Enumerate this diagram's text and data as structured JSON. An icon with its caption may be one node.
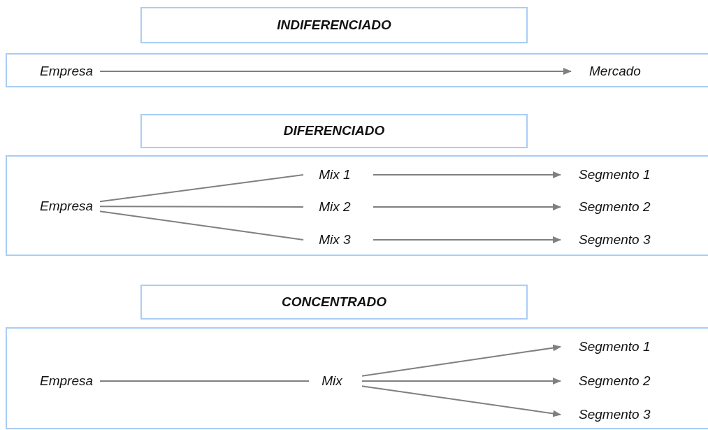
{
  "diagram": {
    "nodes": [
      {
        "text": [
          "INDIFERENCIADO"
        ]
      },
      {
        "text": [],
        "shape": "box"
      },
      {
        "text": [
          "Empresa"
        ],
        "in": 1
      },
      {
        "text": [
          "Mercado"
        ],
        "in": 1
      },
      {
        "text": [
          "DIFERENCIADO"
        ]
      },
      {
        "text": [],
        "shape": "box"
      },
      {
        "text": [
          "Empresa"
        ],
        "in": 5
      },
      {
        "text": [
          "Mix 1"
        ],
        "in": 5
      },
      {
        "text": [
          "Mix 2"
        ],
        "in": 5
      },
      {
        "text": [
          "Mix 3"
        ],
        "in": 5
      },
      {
        "text": [
          "Segmento 1"
        ],
        "in": 5
      },
      {
        "text": [
          "Segmento 2"
        ],
        "in": 5
      },
      {
        "text": [
          "Segmento 3"
        ],
        "in": 5
      },
      {
        "text": [
          "CONCENTRADO"
        ]
      },
      {
        "text": [],
        "shape": "box"
      },
      {
        "text": [
          "Empresa"
        ],
        "in": 14
      },
      {
        "text": [
          "Mix"
        ],
        "in": 14
      },
      {
        "text": [
          "Segmento 1"
        ],
        "in": 14
      },
      {
        "text": [
          "Segmento 2"
        ],
        "in": 14
      },
      {
        "text": [
          "Segmento 3"
        ],
        "in": 14
      }
    ],
    "edges": [
      {
        "from": 2,
        "to": 3,
        "arrow": "to"
      },
      {
        "from": 6,
        "to": 7,
        "arrow": "none"
      },
      {
        "from": 6,
        "to": 8,
        "arrow": "none"
      },
      {
        "from": 6,
        "to": 9,
        "arrow": "none"
      },
      {
        "from": 7,
        "to": 10,
        "arrow": "to"
      },
      {
        "from": 8,
        "to": 11,
        "arrow": "to"
      },
      {
        "from": 9,
        "to": 12,
        "arrow": "to"
      },
      {
        "from": 15,
        "to": 16,
        "arrow": "none"
      },
      {
        "from": 16,
        "to": 17,
        "arrow": "to"
      },
      {
        "from": 16,
        "to": 18,
        "arrow": "to"
      },
      {
        "from": 16,
        "to": 19,
        "arrow": "to"
      }
    ]
  }
}
